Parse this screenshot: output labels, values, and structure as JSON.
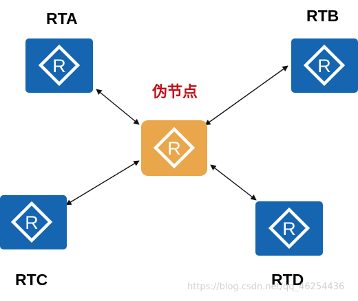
{
  "routers": {
    "rta": {
      "label": "RTA",
      "color": "#1565b0"
    },
    "rtb": {
      "label": "RTB",
      "color": "#1565b0"
    },
    "rtc": {
      "label": "RTC",
      "color": "#1565b0"
    },
    "rtd": {
      "label": "RTD",
      "color": "#1565b0"
    },
    "pseudo": {
      "label": "伪节点",
      "color": "#eaa64a",
      "label_color": "#c0101a"
    }
  },
  "router_icon_letter": "R",
  "icon": "router-icon",
  "watermark": "https://blog.csdn.net/qq_46254436"
}
